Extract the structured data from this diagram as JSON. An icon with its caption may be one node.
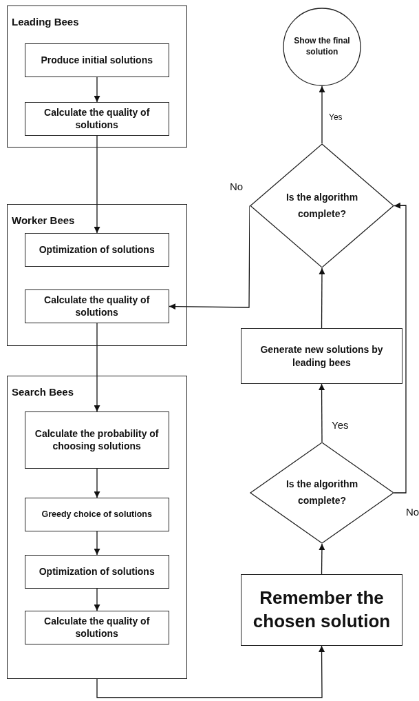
{
  "diagram": {
    "nodes": [
      {
        "text": [
          "Leading Bees"
        ]
      },
      {
        "text": [
          "Produce initial solutions"
        ],
        "in": 0
      },
      {
        "text": [
          "Calculate the quality of solutions"
        ],
        "in": 0
      },
      {
        "text": [
          "Worker Bees"
        ]
      },
      {
        "text": [
          "Optimization of solutions"
        ],
        "in": 3
      },
      {
        "text": [
          "Calculate the quality of solutions"
        ],
        "in": 3
      },
      {
        "text": [
          "Search Bees"
        ]
      },
      {
        "text": [
          "Calculate the probability of choosing solutions"
        ],
        "in": 6
      },
      {
        "text": [
          "Greedy choice of solutions"
        ],
        "in": 6
      },
      {
        "text": [
          "Optimization of solutions"
        ],
        "in": 6
      },
      {
        "text": [
          "Calculate the quality of solutions"
        ],
        "in": 6
      },
      {
        "text": [
          "Show the final solution"
        ]
      },
      {
        "text": [
          "Is the algorithm complete?"
        ]
      },
      {
        "text": [
          "Generate new solutions by leading bees"
        ]
      },
      {
        "text": [
          "Is the algorithm complete?"
        ]
      },
      {
        "text": [
          "Remember the chosen solution"
        ]
      }
    ],
    "edges": [
      {
        "from": 1,
        "to": 2,
        "arrow": "to"
      },
      {
        "from": 2,
        "to": 4,
        "arrow": "to"
      },
      {
        "from": 5,
        "to": 7,
        "arrow": "to"
      },
      {
        "from": 7,
        "to": 8,
        "arrow": "to"
      },
      {
        "from": 8,
        "to": 9,
        "arrow": "to"
      },
      {
        "from": 9,
        "to": 10,
        "arrow": "to"
      },
      {
        "from": 6,
        "to": 15,
        "arrow": "to"
      },
      {
        "from": 15,
        "to": 14,
        "arrow": "to"
      },
      {
        "from": 14,
        "to": 13,
        "arrow": "to",
        "label": "Yes"
      },
      {
        "from": 14,
        "to": 12,
        "arrow": "to",
        "label": "No"
      },
      {
        "from": 13,
        "to": 12,
        "arrow": "to"
      },
      {
        "from": 12,
        "to": 11,
        "arrow": "to",
        "label": "Yes"
      },
      {
        "from": 12,
        "to": 5,
        "arrow": "to",
        "label": "No"
      }
    ]
  }
}
